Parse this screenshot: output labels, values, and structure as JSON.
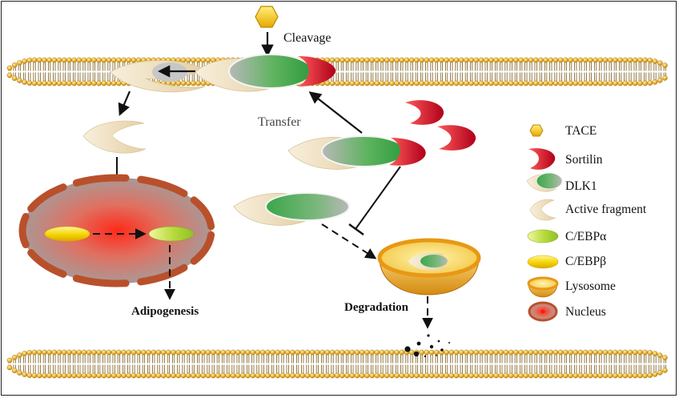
{
  "labels": {
    "cleavage": "Cleavage",
    "transfer": "Transfer",
    "adipogenesis": "Adipogenesis",
    "degradation": "Degradation"
  },
  "legend": [
    {
      "label": "TACE",
      "icon": "tace-hexagon-icon"
    },
    {
      "label": "Sortilin",
      "icon": "sortilin-crescent-icon"
    },
    {
      "label": "DLK1",
      "icon": "dlk1-icon"
    },
    {
      "label": "Active fragment",
      "icon": "active-fragment-icon"
    },
    {
      "label": "C/EBPα",
      "icon": "cebp-alpha-icon"
    },
    {
      "label": "C/EBPβ",
      "icon": "cebp-beta-icon"
    },
    {
      "label": "Lysosome",
      "icon": "lysosome-icon"
    },
    {
      "label": "Nucleus",
      "icon": "nucleus-icon"
    }
  ],
  "colors": {
    "membrane_head": "#e0a020",
    "membrane_line": "#7a5a1a",
    "tace": "#f7c400",
    "sortilin": "#c8102e",
    "dlk1_green": "#3ca94a",
    "dlk1_gray": "#a8a8a8",
    "fragment": "#efe0c2",
    "cebp_alpha": "#b6da3a",
    "cebp_beta": "#f3d000",
    "lysosome": "#eeb43a",
    "nucleus_center": "#ff3a2a",
    "nucleus_edge": "#b9502c"
  }
}
